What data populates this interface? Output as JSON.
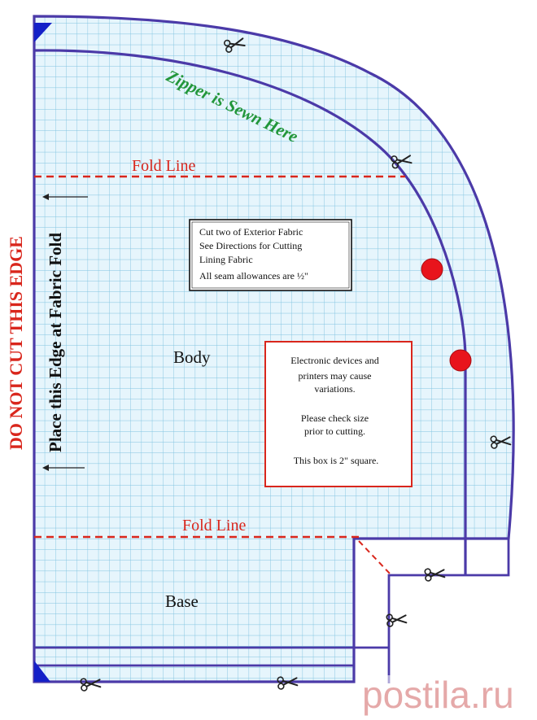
{
  "labels": {
    "zipper": "Zipper is Sewn Here",
    "fold_line_top": "Fold Line",
    "fold_line_bottom": "Fold Line",
    "place_edge": "Place this Edge at Fabric Fold",
    "do_not_cut": "DO NOT CUT THIS EDGE",
    "body": "Body",
    "base": "Base"
  },
  "instructions": [
    "Cut two of Exterior Fabric",
    "See Directions for Cutting",
    "Lining Fabric",
    "All seam allowances are ½\""
  ],
  "size_check": [
    "Electronic devices and",
    "printers may cause",
    "variations.",
    "",
    "Please check size",
    "prior to cutting.",
    "",
    "This box is 2\" square."
  ],
  "watermark": "postila.ru",
  "colors": {
    "grid": "#7fc3e0",
    "grid_bg": "#e6f5fc",
    "outline": "#4b3aa8",
    "fold_line": "#d9261c",
    "zipper_text": "#22963a",
    "do_not_cut_text": "#d9261c",
    "marker": "#e8141c",
    "corner": "#1420c8",
    "check_box": "#d9261c"
  },
  "icons": [
    "scissors-icon",
    "registration-dot",
    "corner-marker",
    "fold-arrow"
  ]
}
